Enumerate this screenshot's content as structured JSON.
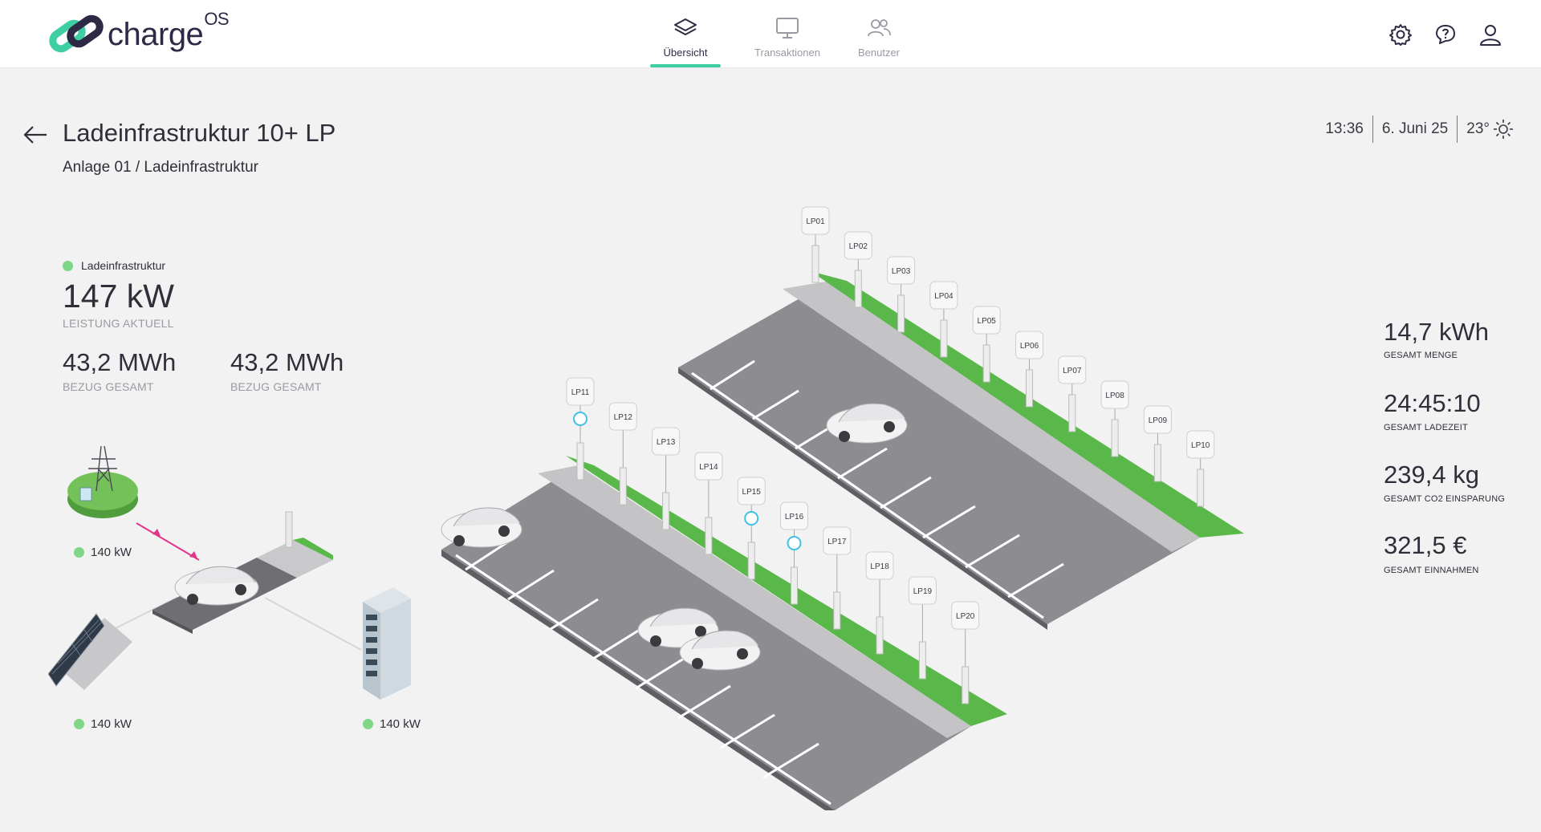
{
  "app": {
    "logo_text": "charge",
    "logo_sup": "OS"
  },
  "nav": {
    "tabs": [
      {
        "label": "Übersicht",
        "icon": "layers-icon",
        "active": true
      },
      {
        "label": "Transaktionen",
        "icon": "monitor-icon",
        "active": false
      },
      {
        "label": "Benutzer",
        "icon": "users-icon",
        "active": false
      }
    ]
  },
  "header_actions": [
    "gear-icon",
    "help-chat-icon",
    "user-icon"
  ],
  "page": {
    "title": "Ladeinfrastruktur 10+ LP",
    "breadcrumb": "Anlage 01 / Ladeinfrastruktur"
  },
  "status": {
    "time": "13:36",
    "date": "6. Juni 25",
    "temp": "23°",
    "weather_icon": "sun-icon"
  },
  "left_stats": {
    "site_label": "Ladeinfrastruktur",
    "power_value": "147 kW",
    "power_caption": "LEISTUNG AKTUELL",
    "bezug1_value": "43,2 MWh",
    "bezug1_caption": "BEZUG GESAMT",
    "bezug2_value": "43,2 MWh",
    "bezug2_caption": "BEZUG GESAMT"
  },
  "energy_flow": {
    "grid_kw": "140 kW",
    "solar_kw": "140 kW",
    "storage_kw": "140 kW",
    "status_color": "#7ed686",
    "flow_color": "#e0358a"
  },
  "right_stats": [
    {
      "value": "14,7 kWh",
      "caption": "GESAMT MENGE"
    },
    {
      "value": "24:45:10",
      "caption": "GESAMT LADEZEIT"
    },
    {
      "value": "239,4 kg",
      "caption": "GESAMT CO2 EINSPARUNG"
    },
    {
      "value": "321,5 €",
      "caption": "GESAMT EINNAHMEN"
    }
  ],
  "charge_points": {
    "row_top": [
      "LP01",
      "LP02",
      "LP03",
      "LP04",
      "LP05",
      "LP06",
      "LP07",
      "LP08",
      "LP09",
      "LP10"
    ],
    "row_bottom": [
      "LP11",
      "LP12",
      "LP13",
      "LP14",
      "LP15",
      "LP16",
      "LP17",
      "LP18",
      "LP19",
      "LP20"
    ],
    "active": [
      "LP04",
      "LP11",
      "LP15",
      "LP16"
    ]
  },
  "colors": {
    "accent": "#3dcfa2",
    "grass": "#5ab84a",
    "asphalt": "#8c8c91",
    "active_ring": "#3ec2e6"
  }
}
